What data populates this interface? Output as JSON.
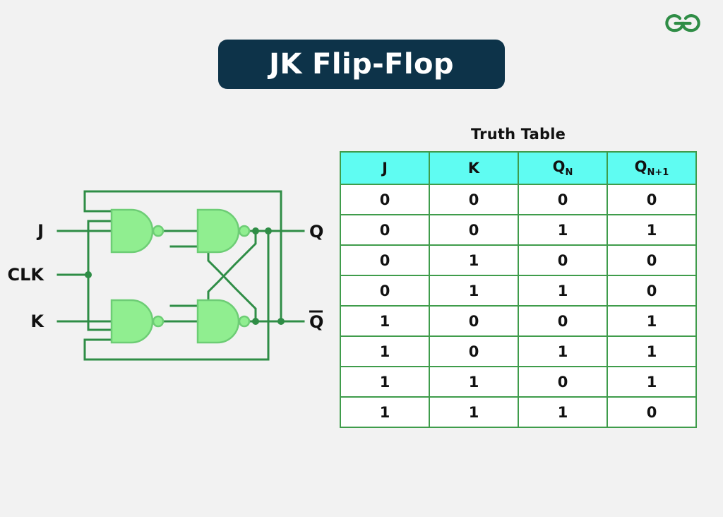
{
  "page": {
    "background_color": "#f2f2f2"
  },
  "brand": {
    "logo_name": "geeksforgeeks-logo",
    "color": "#2f8d46"
  },
  "title": {
    "text": "JK Flip-Flop",
    "banner_color": "#0d3349",
    "text_color": "#ffffff"
  },
  "circuit": {
    "name": "jk-flip-flop-nand-circuit",
    "gate_fill": "#90ee90",
    "gate_stroke": "#3f9c4b",
    "wire_color": "#2f8d46",
    "inputs": [
      {
        "label": "J",
        "name": "input-label-j"
      },
      {
        "label": "CLK",
        "name": "input-label-clk"
      },
      {
        "label": "K",
        "name": "input-label-k"
      }
    ],
    "outputs": [
      {
        "label": "Q",
        "name": "output-label-q",
        "overline": false
      },
      {
        "label": "Q",
        "name": "output-label-qbar",
        "overline": true
      }
    ],
    "gates": [
      {
        "name": "nand-gate-1",
        "type": "NAND"
      },
      {
        "name": "nand-gate-2",
        "type": "NAND"
      },
      {
        "name": "nand-gate-3",
        "type": "NAND"
      },
      {
        "name": "nand-gate-4",
        "type": "NAND"
      }
    ]
  },
  "truth_table": {
    "caption": "Truth Table",
    "header_bg": "#5ffcf2",
    "border_color": "#3f9c4b",
    "columns": [
      {
        "base": "J",
        "sub": ""
      },
      {
        "base": "K",
        "sub": ""
      },
      {
        "base": "Q",
        "sub": "N"
      },
      {
        "base": "Q",
        "sub": "N+1"
      }
    ],
    "rows": [
      [
        "0",
        "0",
        "0",
        "0"
      ],
      [
        "0",
        "0",
        "1",
        "1"
      ],
      [
        "0",
        "1",
        "0",
        "0"
      ],
      [
        "0",
        "1",
        "1",
        "0"
      ],
      [
        "1",
        "0",
        "0",
        "1"
      ],
      [
        "1",
        "0",
        "1",
        "1"
      ],
      [
        "1",
        "1",
        "0",
        "1"
      ],
      [
        "1",
        "1",
        "1",
        "0"
      ]
    ]
  }
}
